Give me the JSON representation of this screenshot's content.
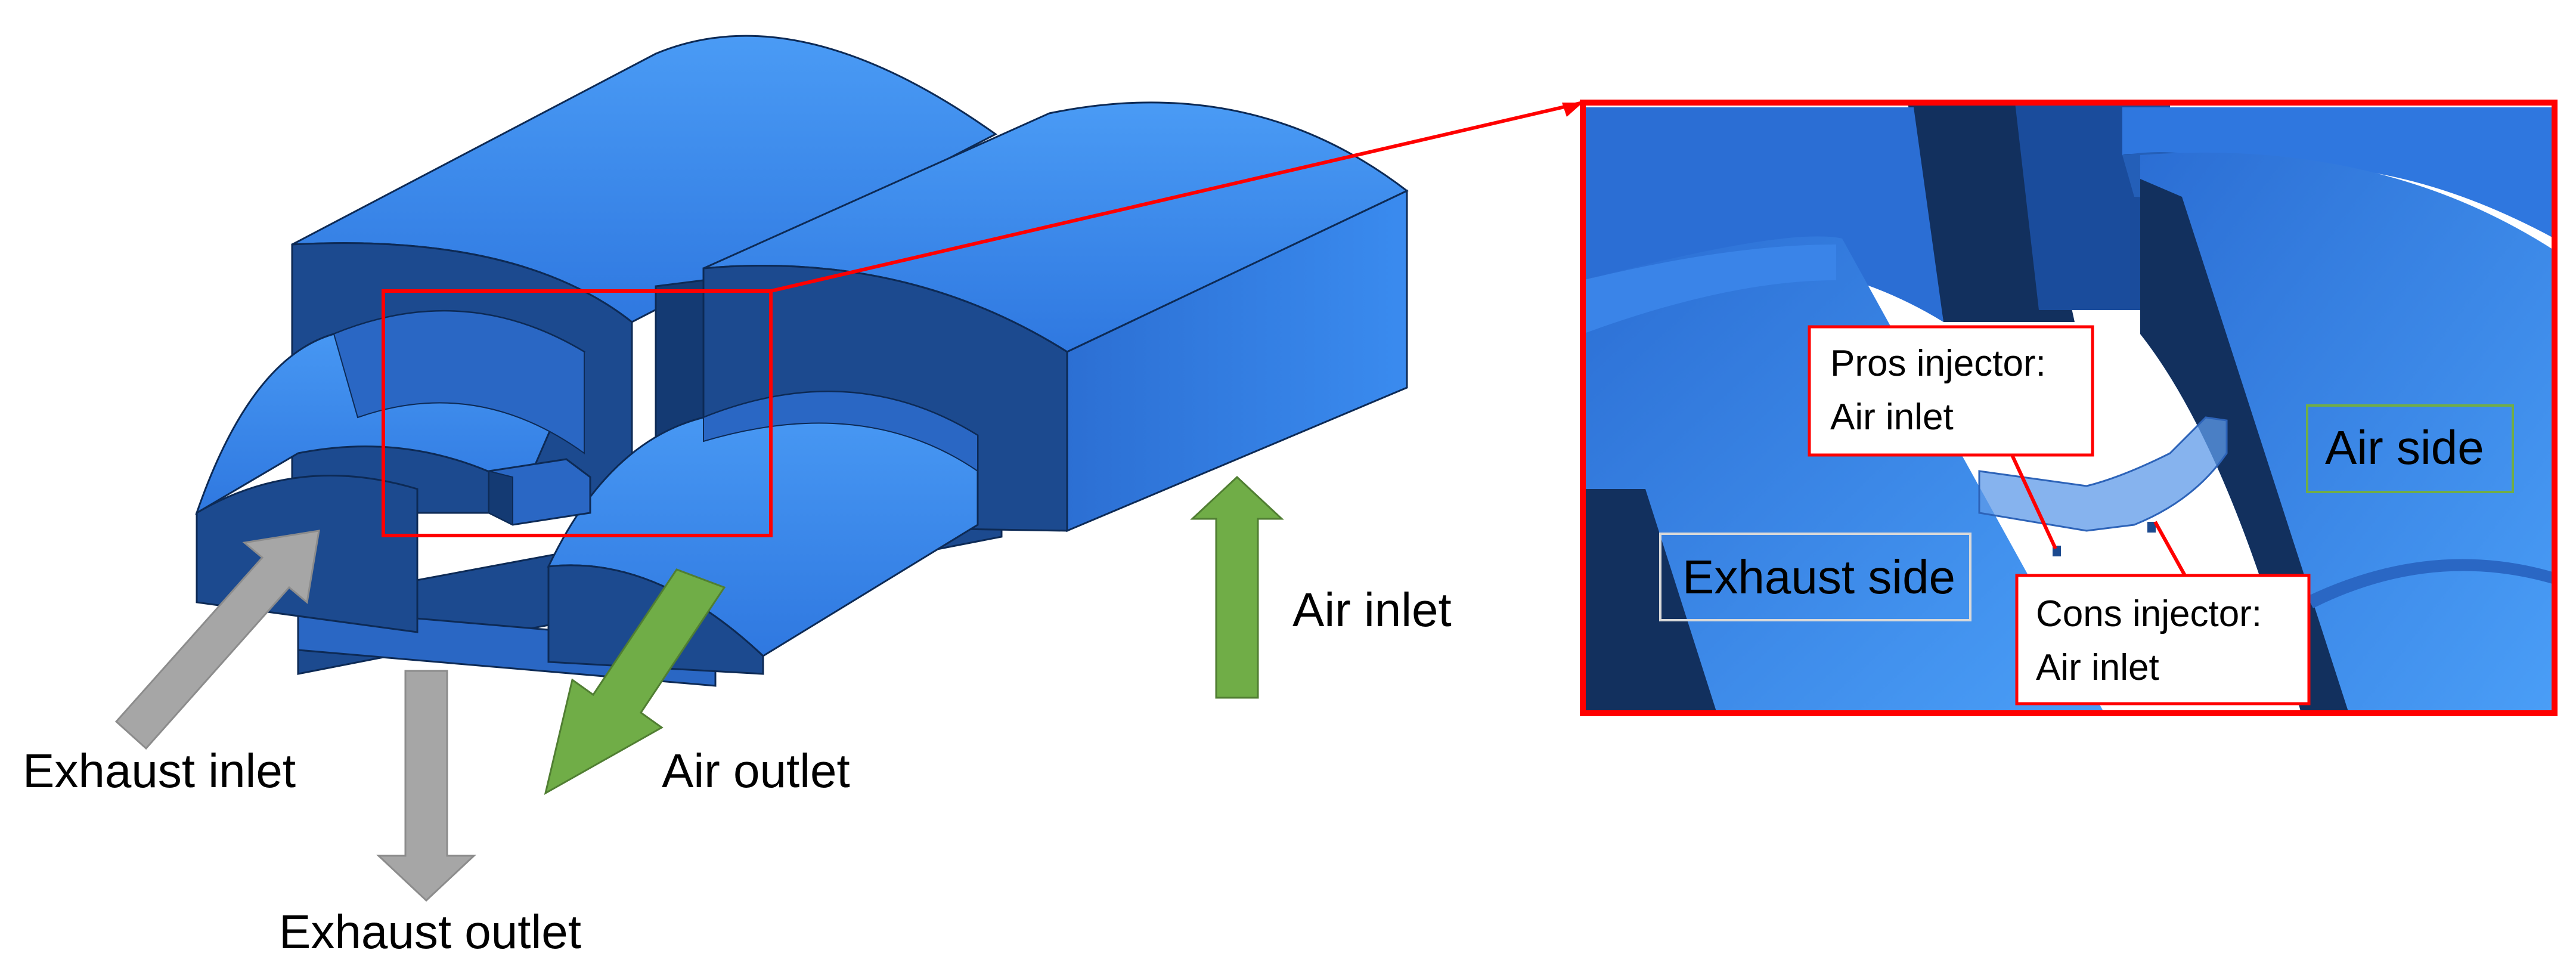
{
  "labels": {
    "exhaust_inlet": "Exhaust inlet",
    "exhaust_outlet": "Exhaust outlet",
    "air_outlet": "Air outlet",
    "air_inlet": "Air inlet"
  },
  "zoom_panel": {
    "exhaust_side": "Exhaust side",
    "air_side": "Air side",
    "pros_injector_line1": "Pros injector:",
    "pros_injector_line2": "Air inlet",
    "cons_injector_line1": "Cons injector:",
    "cons_injector_line2": "Air inlet"
  },
  "colors": {
    "body_blue": "#2f78e0",
    "body_dark": "#1c4a8f",
    "body_light": "#3d8ef0",
    "highlight_red": "#ff0000",
    "exhaust_arrow_gray": "#a6a6a6",
    "air_arrow_green": "#70ad47"
  }
}
